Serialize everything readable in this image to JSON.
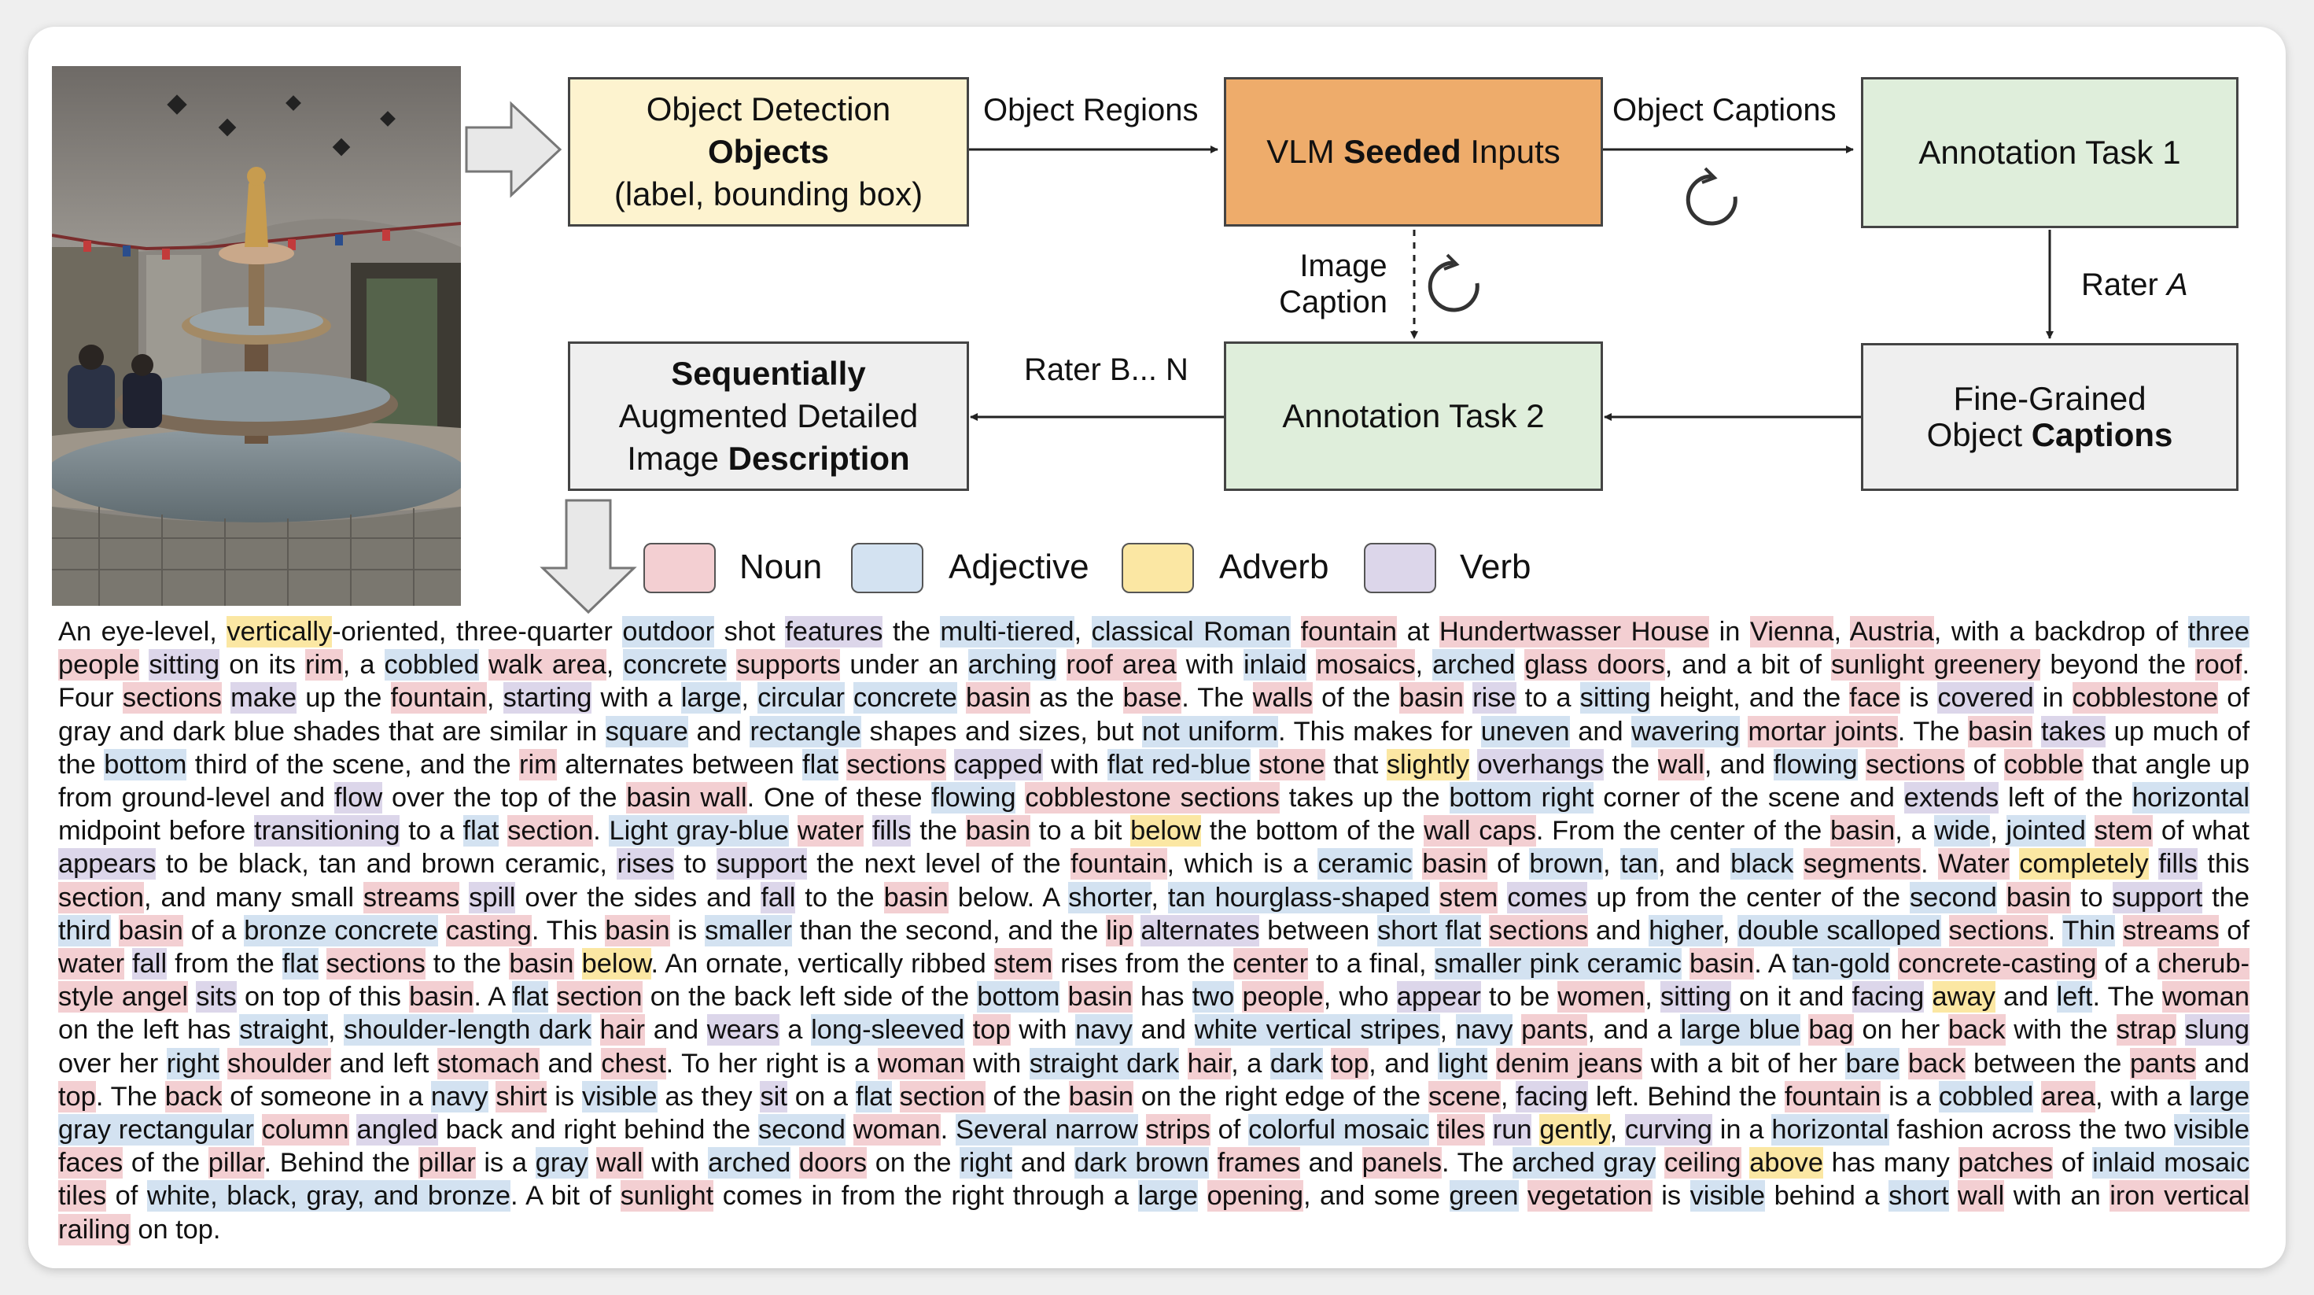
{
  "colors": {
    "noun": "#f3cfd2",
    "adjective": "#d3e2f1",
    "adverb": "#fbe7a3",
    "verb": "#dcd6ea",
    "detection_box": "#fdf3cf",
    "vlm_box": "#eeac6b",
    "task_box": "#dfeedb",
    "gray_box": "#efefef"
  },
  "diagram": {
    "detection": {
      "line1": "Object Detection",
      "line2": "Objects",
      "line3": "(label, bounding box)"
    },
    "vlm": {
      "pre": "VLM ",
      "bold": "Seeded",
      "post": " Inputs"
    },
    "task1": "Annotation Task 1",
    "task2": "Annotation Task 2",
    "finegrained": {
      "line1": "Fine-Grained",
      "line2_pre": "Object ",
      "line2_bold": "Captions"
    },
    "output": {
      "line1": "Sequentially",
      "line2": "Augmented Detailed",
      "line3_pre": "Image ",
      "line3_bold": "Description"
    },
    "labels": {
      "object_regions": "Object Regions",
      "object_captions": "Object Captions",
      "image": "Image",
      "caption": "Caption",
      "rater_a": "Rater ",
      "rater_a_it": "A",
      "rater_bn": "Rater B... N"
    }
  },
  "legend": {
    "noun": "Noun",
    "adjective": "Adjective",
    "adverb": "Adverb",
    "verb": "Verb"
  },
  "description": [
    [
      "An eye-level, ",
      ""
    ],
    [
      "vertically",
      "R"
    ],
    [
      "-oriented",
      ""
    ],
    [
      ", three-quarter ",
      ""
    ],
    [
      "outdoor",
      "A"
    ],
    [
      " shot ",
      ""
    ],
    [
      "features",
      "V"
    ],
    [
      " the ",
      ""
    ],
    [
      "multi-tiered",
      "A"
    ],
    [
      ", ",
      ""
    ],
    [
      "classical Roman",
      "A"
    ],
    [
      " ",
      ""
    ],
    [
      "fountain",
      "N"
    ],
    [
      " at ",
      ""
    ],
    [
      "Hundertwasser House",
      "N"
    ],
    [
      " in ",
      ""
    ],
    [
      "Vienna",
      "N"
    ],
    [
      ", ",
      ""
    ],
    [
      "Austria",
      "N"
    ],
    [
      ", with a backdrop of ",
      ""
    ],
    [
      "three",
      "A"
    ],
    [
      " ",
      ""
    ],
    [
      "people",
      "N"
    ],
    [
      " ",
      ""
    ],
    [
      "sitting",
      "V"
    ],
    [
      " on its ",
      ""
    ],
    [
      "rim",
      "N"
    ],
    [
      ", a ",
      ""
    ],
    [
      "cobbled",
      "A"
    ],
    [
      " ",
      ""
    ],
    [
      "walk area",
      "N"
    ],
    [
      ", ",
      ""
    ],
    [
      "concrete",
      "A"
    ],
    [
      " ",
      ""
    ],
    [
      "supports",
      "N"
    ],
    [
      " under an ",
      ""
    ],
    [
      "arching",
      "A"
    ],
    [
      " ",
      ""
    ],
    [
      "roof area",
      "N"
    ],
    [
      " with ",
      ""
    ],
    [
      "inlaid",
      "A"
    ],
    [
      " ",
      ""
    ],
    [
      "mosaics",
      "N"
    ],
    [
      ", ",
      ""
    ],
    [
      "arched",
      "A"
    ],
    [
      " ",
      ""
    ],
    [
      "glass doors",
      "N"
    ],
    [
      ", and a bit of ",
      ""
    ],
    [
      "sunlight greenery",
      "N"
    ],
    [
      " beyond the ",
      ""
    ],
    [
      "roof",
      "N"
    ],
    [
      ". Four ",
      ""
    ],
    [
      "sections",
      "N"
    ],
    [
      " ",
      ""
    ],
    [
      "make",
      "V"
    ],
    [
      " up the ",
      ""
    ],
    [
      "fountain",
      "N"
    ],
    [
      ", ",
      ""
    ],
    [
      "starting",
      "V"
    ],
    [
      " with a ",
      ""
    ],
    [
      "large",
      "A"
    ],
    [
      ", ",
      ""
    ],
    [
      "circular",
      "A"
    ],
    [
      " ",
      ""
    ],
    [
      "concrete",
      "A"
    ],
    [
      " ",
      ""
    ],
    [
      "basin",
      "N"
    ],
    [
      " as the ",
      ""
    ],
    [
      "base",
      "N"
    ],
    [
      ". The ",
      ""
    ],
    [
      "walls",
      "N"
    ],
    [
      " of the ",
      ""
    ],
    [
      "basin",
      "N"
    ],
    [
      " ",
      ""
    ],
    [
      "rise",
      "V"
    ],
    [
      " to a ",
      ""
    ],
    [
      "sitting",
      "A"
    ],
    [
      " height, and the ",
      ""
    ],
    [
      "face",
      "N"
    ],
    [
      " is ",
      ""
    ],
    [
      "covered",
      "V"
    ],
    [
      " in ",
      ""
    ],
    [
      "cobblestone",
      "N"
    ],
    [
      " of gray and dark blue shades that are similar in ",
      ""
    ],
    [
      "square",
      "A"
    ],
    [
      " and ",
      ""
    ],
    [
      "rectangle",
      "A"
    ],
    [
      " shapes and sizes, but ",
      ""
    ],
    [
      "not uniform",
      "A"
    ],
    [
      ". This makes for ",
      ""
    ],
    [
      "uneven",
      "A"
    ],
    [
      " and ",
      ""
    ],
    [
      "wavering",
      "A"
    ],
    [
      " ",
      ""
    ],
    [
      "mortar joints",
      "N"
    ],
    [
      ". The ",
      ""
    ],
    [
      "basin",
      "N"
    ],
    [
      " ",
      ""
    ],
    [
      "takes",
      "V"
    ],
    [
      " up much of the ",
      ""
    ],
    [
      "bottom",
      "A"
    ],
    [
      " third of the scene, and the ",
      ""
    ],
    [
      "rim",
      "N"
    ],
    [
      " alternates between ",
      ""
    ],
    [
      "flat",
      "A"
    ],
    [
      " ",
      ""
    ],
    [
      "sections",
      "N"
    ],
    [
      " ",
      ""
    ],
    [
      "capped",
      "V"
    ],
    [
      " with ",
      ""
    ],
    [
      "flat red-blue",
      "A"
    ],
    [
      " ",
      ""
    ],
    [
      "stone",
      "N"
    ],
    [
      " that ",
      ""
    ],
    [
      "slightly",
      "R"
    ],
    [
      " ",
      ""
    ],
    [
      "overhangs",
      "V"
    ],
    [
      " the ",
      ""
    ],
    [
      "wall",
      "N"
    ],
    [
      ", and ",
      ""
    ],
    [
      "flowing",
      "A"
    ],
    [
      " ",
      ""
    ],
    [
      "sections",
      "N"
    ],
    [
      " of ",
      ""
    ],
    [
      "cobble",
      "N"
    ],
    [
      " that angle up from ground-level and ",
      ""
    ],
    [
      "flow",
      "V"
    ],
    [
      " over the top of the ",
      ""
    ],
    [
      "basin wall",
      "N"
    ],
    [
      ". One of these ",
      ""
    ],
    [
      "flowing",
      "A"
    ],
    [
      " ",
      ""
    ],
    [
      "cobblestone sections",
      "N"
    ],
    [
      " takes up the ",
      ""
    ],
    [
      "bottom right",
      "A"
    ],
    [
      " corner of the scene and ",
      ""
    ],
    [
      "extends",
      "V"
    ],
    [
      " left of the ",
      ""
    ],
    [
      "horizontal",
      "A"
    ],
    [
      " midpoint before ",
      ""
    ],
    [
      "transitioning",
      "V"
    ],
    [
      " to a ",
      ""
    ],
    [
      "flat",
      "A"
    ],
    [
      " ",
      ""
    ],
    [
      "section",
      "N"
    ],
    [
      ". ",
      ""
    ],
    [
      "Light gray-blue",
      "A"
    ],
    [
      " ",
      ""
    ],
    [
      "water",
      "N"
    ],
    [
      " ",
      ""
    ],
    [
      "fills",
      "V"
    ],
    [
      " the ",
      ""
    ],
    [
      "basin",
      "N"
    ],
    [
      " to a bit ",
      ""
    ],
    [
      "below",
      "R"
    ],
    [
      " the bottom of the ",
      ""
    ],
    [
      "wall caps",
      "N"
    ],
    [
      ". From the center of the ",
      ""
    ],
    [
      "basin",
      "N"
    ],
    [
      ", a ",
      ""
    ],
    [
      "wide",
      "A"
    ],
    [
      ", ",
      ""
    ],
    [
      "jointed",
      "A"
    ],
    [
      " ",
      ""
    ],
    [
      "stem",
      "N"
    ],
    [
      " of what ",
      ""
    ],
    [
      "appears",
      "V"
    ],
    [
      " to be black, tan and brown ceramic, ",
      ""
    ],
    [
      "rises",
      "V"
    ],
    [
      " to ",
      ""
    ],
    [
      "support",
      "V"
    ],
    [
      " the next level of the ",
      ""
    ],
    [
      "fountain",
      "N"
    ],
    [
      ", which is a ",
      ""
    ],
    [
      "ceramic",
      "A"
    ],
    [
      " ",
      ""
    ],
    [
      "basin",
      "N"
    ],
    [
      " of ",
      ""
    ],
    [
      "brown",
      "A"
    ],
    [
      ", ",
      ""
    ],
    [
      "tan",
      "A"
    ],
    [
      ", and ",
      ""
    ],
    [
      "black",
      "A"
    ],
    [
      " ",
      ""
    ],
    [
      "segments",
      "N"
    ],
    [
      ". ",
      ""
    ],
    [
      "Water",
      "N"
    ],
    [
      " ",
      ""
    ],
    [
      "completely",
      "R"
    ],
    [
      " ",
      ""
    ],
    [
      "fills",
      "V"
    ],
    [
      " this ",
      ""
    ],
    [
      "section",
      "N"
    ],
    [
      ", and many small ",
      ""
    ],
    [
      "streams",
      "N"
    ],
    [
      " ",
      ""
    ],
    [
      "spill",
      "V"
    ],
    [
      " over the sides and ",
      ""
    ],
    [
      "fall",
      "V"
    ],
    [
      " to the ",
      ""
    ],
    [
      "basin",
      "N"
    ],
    [
      " below. A ",
      ""
    ],
    [
      "shorter",
      "A"
    ],
    [
      ", ",
      ""
    ],
    [
      "tan hourglass-shaped",
      "A"
    ],
    [
      " ",
      ""
    ],
    [
      "stem",
      "N"
    ],
    [
      " ",
      ""
    ],
    [
      "comes",
      "V"
    ],
    [
      " up from the center of the ",
      ""
    ],
    [
      "second",
      "A"
    ],
    [
      " ",
      ""
    ],
    [
      "basin",
      "N"
    ],
    [
      " to ",
      ""
    ],
    [
      "support",
      "V"
    ],
    [
      " the ",
      ""
    ],
    [
      "third",
      "A"
    ],
    [
      " ",
      ""
    ],
    [
      "basin",
      "N"
    ],
    [
      " of a ",
      ""
    ],
    [
      "bronze concrete",
      "A"
    ],
    [
      " ",
      ""
    ],
    [
      "casting",
      "N"
    ],
    [
      ". This ",
      ""
    ],
    [
      "basin",
      "N"
    ],
    [
      " is ",
      ""
    ],
    [
      "smaller",
      "A"
    ],
    [
      " than the second, and the ",
      ""
    ],
    [
      "lip",
      "N"
    ],
    [
      " ",
      ""
    ],
    [
      "alternates",
      "V"
    ],
    [
      " between ",
      ""
    ],
    [
      "short flat",
      "A"
    ],
    [
      " ",
      ""
    ],
    [
      "sections",
      "N"
    ],
    [
      " and ",
      ""
    ],
    [
      "higher",
      "A"
    ],
    [
      ", ",
      ""
    ],
    [
      "double scalloped",
      "A"
    ],
    [
      " ",
      ""
    ],
    [
      "sections",
      "N"
    ],
    [
      ". ",
      ""
    ],
    [
      "Thin",
      "A"
    ],
    [
      " ",
      ""
    ],
    [
      "streams",
      "N"
    ],
    [
      " of ",
      ""
    ],
    [
      "water",
      "N"
    ],
    [
      " ",
      ""
    ],
    [
      "fall",
      "V"
    ],
    [
      " from the ",
      ""
    ],
    [
      "flat",
      "A"
    ],
    [
      " ",
      ""
    ],
    [
      "sections",
      "N"
    ],
    [
      " to the ",
      ""
    ],
    [
      "basin",
      "N"
    ],
    [
      " ",
      ""
    ],
    [
      "below",
      "R"
    ],
    [
      ". An ornate, vertically ribbed ",
      ""
    ],
    [
      "stem",
      "N"
    ],
    [
      " rises from the ",
      ""
    ],
    [
      "center",
      "N"
    ],
    [
      " to a final, ",
      ""
    ],
    [
      "smaller pink ceramic",
      "A"
    ],
    [
      " ",
      ""
    ],
    [
      "basin",
      "N"
    ],
    [
      ". A ",
      ""
    ],
    [
      "tan-gold",
      "A"
    ],
    [
      " ",
      ""
    ],
    [
      "concrete-casting",
      "N"
    ],
    [
      " of a ",
      ""
    ],
    [
      "cherub-style angel",
      "N"
    ],
    [
      " ",
      ""
    ],
    [
      "sits",
      "V"
    ],
    [
      " on top of this ",
      ""
    ],
    [
      "basin",
      "N"
    ],
    [
      ". A ",
      ""
    ],
    [
      "flat",
      "A"
    ],
    [
      " ",
      ""
    ],
    [
      "section",
      "N"
    ],
    [
      " on the back left side of the ",
      ""
    ],
    [
      "bottom",
      "A"
    ],
    [
      " ",
      ""
    ],
    [
      "basin",
      "N"
    ],
    [
      " has ",
      ""
    ],
    [
      "two",
      "A"
    ],
    [
      " ",
      ""
    ],
    [
      "people",
      "N"
    ],
    [
      ", who ",
      ""
    ],
    [
      "appear",
      "V"
    ],
    [
      " to be ",
      ""
    ],
    [
      "women",
      "N"
    ],
    [
      ", ",
      ""
    ],
    [
      "sitting",
      "V"
    ],
    [
      " on it and ",
      ""
    ],
    [
      "facing",
      "V"
    ],
    [
      " ",
      ""
    ],
    [
      "away",
      "R"
    ],
    [
      " and ",
      ""
    ],
    [
      "left",
      "A"
    ],
    [
      ". The ",
      ""
    ],
    [
      "woman",
      "N"
    ],
    [
      " on the left has ",
      ""
    ],
    [
      "straight",
      "A"
    ],
    [
      ", ",
      ""
    ],
    [
      "shoulder-length dark",
      "A"
    ],
    [
      " ",
      ""
    ],
    [
      "hair",
      "N"
    ],
    [
      " and ",
      ""
    ],
    [
      "wears",
      "V"
    ],
    [
      " a ",
      ""
    ],
    [
      "long-sleeved",
      "A"
    ],
    [
      " ",
      ""
    ],
    [
      "top",
      "N"
    ],
    [
      " with ",
      ""
    ],
    [
      "navy",
      "A"
    ],
    [
      " and ",
      ""
    ],
    [
      "white vertical stripes",
      "A"
    ],
    [
      ", ",
      ""
    ],
    [
      "navy",
      "A"
    ],
    [
      " ",
      ""
    ],
    [
      "pants",
      "N"
    ],
    [
      ", and a ",
      ""
    ],
    [
      "large blue",
      "A"
    ],
    [
      " ",
      ""
    ],
    [
      "bag",
      "N"
    ],
    [
      " on her ",
      ""
    ],
    [
      "back",
      "N"
    ],
    [
      " with the ",
      ""
    ],
    [
      "strap",
      "N"
    ],
    [
      " ",
      ""
    ],
    [
      "slung",
      "V"
    ],
    [
      " over her ",
      ""
    ],
    [
      "right",
      "A"
    ],
    [
      " ",
      ""
    ],
    [
      "shoulder",
      "N"
    ],
    [
      " and left ",
      ""
    ],
    [
      "stomach",
      "N"
    ],
    [
      " and ",
      ""
    ],
    [
      "chest",
      "N"
    ],
    [
      ". To her right is a ",
      ""
    ],
    [
      "woman",
      "N"
    ],
    [
      " with ",
      ""
    ],
    [
      "straight dark",
      "A"
    ],
    [
      " ",
      ""
    ],
    [
      "hair",
      "N"
    ],
    [
      ", a ",
      ""
    ],
    [
      "dark",
      "A"
    ],
    [
      " ",
      ""
    ],
    [
      "top",
      "N"
    ],
    [
      ", and ",
      ""
    ],
    [
      "light",
      "A"
    ],
    [
      " ",
      ""
    ],
    [
      "denim jeans",
      "N"
    ],
    [
      " with a bit of her ",
      ""
    ],
    [
      "bare",
      "A"
    ],
    [
      " ",
      ""
    ],
    [
      "back",
      "N"
    ],
    [
      " between the ",
      ""
    ],
    [
      "pants",
      "N"
    ],
    [
      " and ",
      ""
    ],
    [
      "top",
      "N"
    ],
    [
      ". The ",
      ""
    ],
    [
      "back",
      "N"
    ],
    [
      " of someone in a ",
      ""
    ],
    [
      "navy",
      "A"
    ],
    [
      " ",
      ""
    ],
    [
      "shirt",
      "N"
    ],
    [
      " is ",
      ""
    ],
    [
      "visible",
      "A"
    ],
    [
      " as they ",
      ""
    ],
    [
      "sit",
      "V"
    ],
    [
      " on a ",
      ""
    ],
    [
      "flat",
      "A"
    ],
    [
      " ",
      ""
    ],
    [
      "section",
      "N"
    ],
    [
      " of the ",
      ""
    ],
    [
      "basin",
      "N"
    ],
    [
      " on the right edge of the ",
      ""
    ],
    [
      "scene",
      "N"
    ],
    [
      ", ",
      ""
    ],
    [
      "facing",
      "V"
    ],
    [
      " left. Behind the ",
      ""
    ],
    [
      "fountain",
      "N"
    ],
    [
      " is a ",
      ""
    ],
    [
      "cobbled",
      "A"
    ],
    [
      " ",
      ""
    ],
    [
      "area",
      "N"
    ],
    [
      ", with a ",
      ""
    ],
    [
      "large gray rectangular",
      "A"
    ],
    [
      " ",
      ""
    ],
    [
      "column",
      "N"
    ],
    [
      " ",
      ""
    ],
    [
      "angled",
      "V"
    ],
    [
      " back and right behind the ",
      ""
    ],
    [
      "second",
      "A"
    ],
    [
      " ",
      ""
    ],
    [
      "woman",
      "N"
    ],
    [
      ". ",
      ""
    ],
    [
      "Several narrow",
      "A"
    ],
    [
      " ",
      ""
    ],
    [
      "strips",
      "N"
    ],
    [
      " of ",
      ""
    ],
    [
      "colorful mosaic",
      "A"
    ],
    [
      " ",
      ""
    ],
    [
      "tiles",
      "N"
    ],
    [
      " ",
      ""
    ],
    [
      "run",
      "V"
    ],
    [
      " ",
      ""
    ],
    [
      "gently",
      "R"
    ],
    [
      ", ",
      ""
    ],
    [
      "curving",
      "V"
    ],
    [
      " in a ",
      ""
    ],
    [
      "horizontal",
      "A"
    ],
    [
      " fashion across the two ",
      ""
    ],
    [
      "visible",
      "A"
    ],
    [
      " ",
      ""
    ],
    [
      "faces",
      "N"
    ],
    [
      " of the ",
      ""
    ],
    [
      "pillar",
      "N"
    ],
    [
      ". Behind the ",
      ""
    ],
    [
      "pillar",
      "N"
    ],
    [
      " is a ",
      ""
    ],
    [
      "gray",
      "A"
    ],
    [
      " ",
      ""
    ],
    [
      "wall",
      "N"
    ],
    [
      " with ",
      ""
    ],
    [
      "arched",
      "A"
    ],
    [
      " ",
      ""
    ],
    [
      "doors",
      "N"
    ],
    [
      " on the ",
      ""
    ],
    [
      "right",
      "A"
    ],
    [
      " and ",
      ""
    ],
    [
      "dark brown",
      "A"
    ],
    [
      " ",
      ""
    ],
    [
      "frames",
      "N"
    ],
    [
      " and ",
      ""
    ],
    [
      "panels",
      "N"
    ],
    [
      ". The ",
      ""
    ],
    [
      "arched gray",
      "A"
    ],
    [
      " ",
      ""
    ],
    [
      "ceiling",
      "N"
    ],
    [
      " ",
      ""
    ],
    [
      "above",
      "R"
    ],
    [
      " has many ",
      ""
    ],
    [
      "patches",
      "N"
    ],
    [
      " of ",
      ""
    ],
    [
      "inlaid mosaic",
      "A"
    ],
    [
      " ",
      ""
    ],
    [
      "tiles",
      "N"
    ],
    [
      " of ",
      ""
    ],
    [
      "white, black, gray, and bronze",
      "A"
    ],
    [
      ". A bit of ",
      ""
    ],
    [
      "sunlight",
      "N"
    ],
    [
      " comes in from the right through a ",
      ""
    ],
    [
      "large",
      "A"
    ],
    [
      " ",
      ""
    ],
    [
      "opening",
      "N"
    ],
    [
      ", and some ",
      ""
    ],
    [
      "green",
      "A"
    ],
    [
      " ",
      ""
    ],
    [
      "vegetation",
      "N"
    ],
    [
      " is ",
      ""
    ],
    [
      "visible",
      "A"
    ],
    [
      " behind a ",
      ""
    ],
    [
      "short",
      "A"
    ],
    [
      " ",
      ""
    ],
    [
      "wall",
      "N"
    ],
    [
      " with an ",
      ""
    ],
    [
      "iron vertical railing",
      "N"
    ],
    [
      " on top.",
      ""
    ]
  ]
}
